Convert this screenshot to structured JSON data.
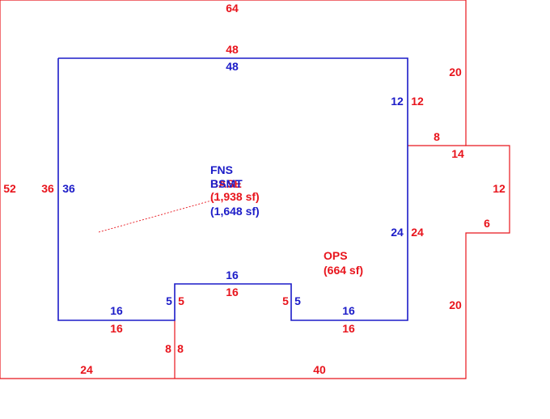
{
  "colors": {
    "outer_outline": "#e8141c",
    "inner_outline": "#1c1cc8"
  },
  "areas": {
    "fns_label": "FNS",
    "base_label": "BASE",
    "bsmt_label": "BSMT",
    "base_area": "(1,938 sf)",
    "bsmt_area": "(1,648 sf)",
    "ops_label": "OPS",
    "ops_area": "(664 sf)"
  },
  "outer_dimensions": {
    "top": "64",
    "left": "52",
    "right_upper": "20",
    "step_top": "8",
    "bump_top": "14",
    "bump_right": "12",
    "bump_bottom": "6",
    "right_lower": "20",
    "bottom_right": "40",
    "bottom_left": "24"
  },
  "inner_dimensions_red": {
    "top": "48",
    "left": "36",
    "right_upper": "12",
    "right_lower": "24",
    "bottom_left": "16",
    "notch_left": "5",
    "notch_top": "16",
    "notch_right": "5",
    "bottom_right": "16",
    "divider": "8"
  },
  "inner_dimensions_blue": {
    "top": "48",
    "left": "36",
    "right_upper": "12",
    "right_lower": "24",
    "bottom_left": "16",
    "notch_left": "5",
    "notch_top": "16",
    "notch_right": "5",
    "bottom_right": "16",
    "divider": "8"
  }
}
